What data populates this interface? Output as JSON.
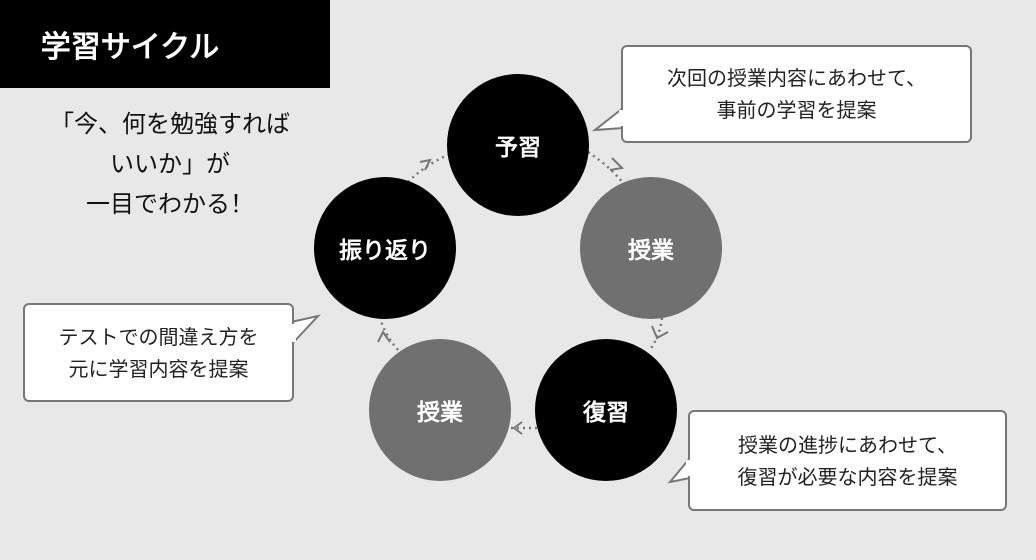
{
  "title": "学習サイクル",
  "lead": [
    "「今、何を勉強すれば",
    "いいか」が",
    "一目でわかる！"
  ],
  "cycle": [
    {
      "label": "予習",
      "color": "#000000"
    },
    {
      "label": "授業",
      "color": "#707070"
    },
    {
      "label": "復習",
      "color": "#000000"
    },
    {
      "label": "授業",
      "color": "#707070"
    },
    {
      "label": "振り返り",
      "color": "#000000"
    }
  ],
  "callouts": {
    "preview": [
      "次回の授業内容にあわせて、",
      "事前の学習を提案"
    ],
    "review": [
      "授業の進捗にあわせて、",
      "復習が必要な内容を提案"
    ],
    "reflection": [
      "テストでの間違え方を",
      "元に学習内容を提案"
    ]
  }
}
